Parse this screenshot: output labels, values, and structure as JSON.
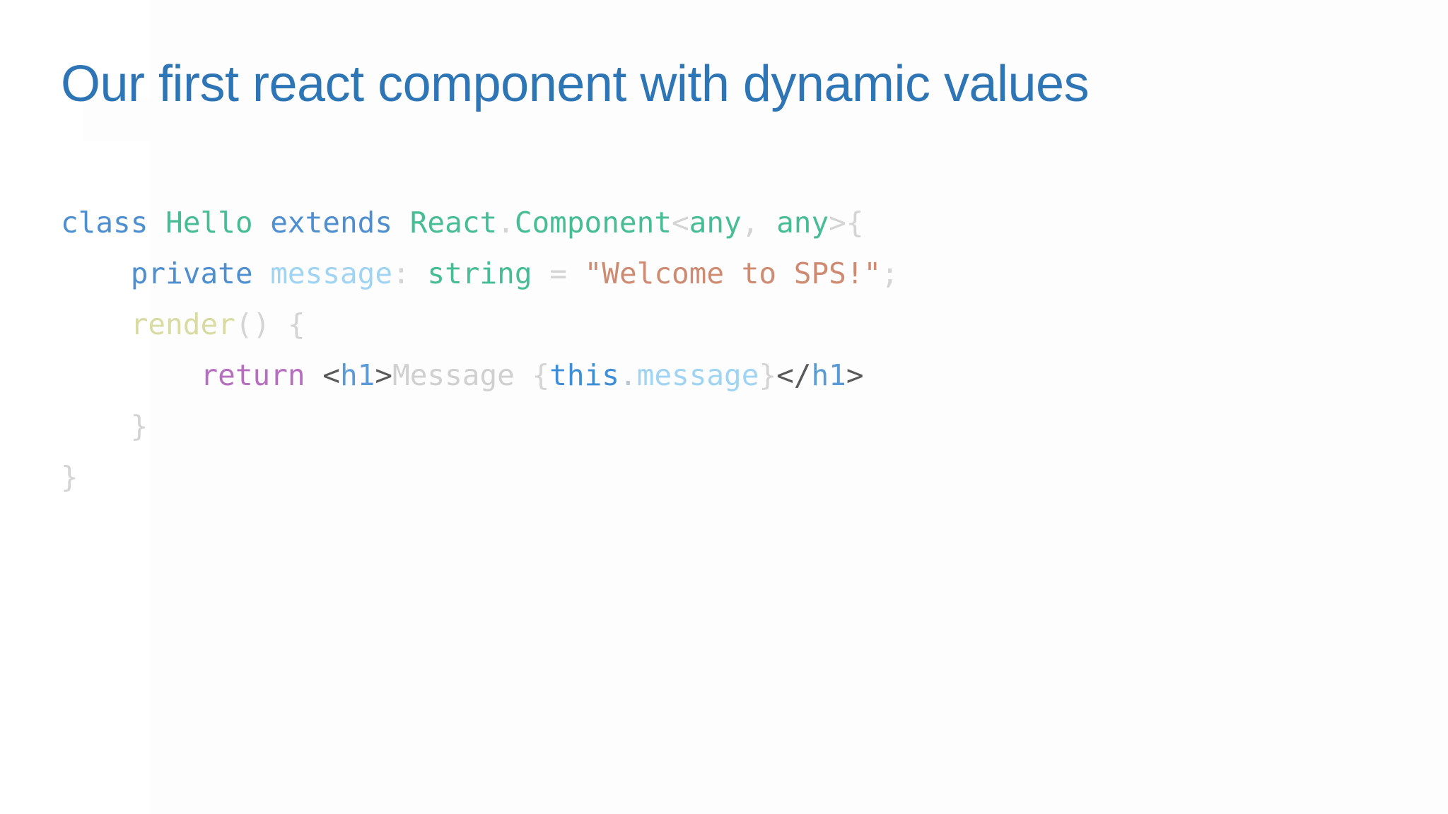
{
  "slide": {
    "title": "Our first react component with dynamic values",
    "title_color": "#2E75B6",
    "background_color": "#FFFFFF"
  },
  "code": {
    "language": "tsx",
    "lines": [
      {
        "indent": 0,
        "tokens": [
          {
            "t": "class",
            "k": "keyword"
          },
          {
            "t": " ",
            "k": "plain"
          },
          {
            "t": "Hello",
            "k": "type"
          },
          {
            "t": " ",
            "k": "plain"
          },
          {
            "t": "extends",
            "k": "keyword"
          },
          {
            "t": " ",
            "k": "plain"
          },
          {
            "t": "React",
            "k": "type"
          },
          {
            "t": ".",
            "k": "punct"
          },
          {
            "t": "Component",
            "k": "type"
          },
          {
            "t": "<",
            "k": "punct"
          },
          {
            "t": "any",
            "k": "type"
          },
          {
            "t": ",",
            "k": "punct"
          },
          {
            "t": " ",
            "k": "plain"
          },
          {
            "t": "any",
            "k": "type"
          },
          {
            "t": ">",
            "k": "punct"
          },
          {
            "t": "{",
            "k": "punct"
          }
        ]
      },
      {
        "indent": 4,
        "tokens": [
          {
            "t": "private",
            "k": "keyword"
          },
          {
            "t": " ",
            "k": "plain"
          },
          {
            "t": "message",
            "k": "prop"
          },
          {
            "t": ":",
            "k": "punct"
          },
          {
            "t": " ",
            "k": "plain"
          },
          {
            "t": "string",
            "k": "type"
          },
          {
            "t": " ",
            "k": "plain"
          },
          {
            "t": "=",
            "k": "punct"
          },
          {
            "t": " ",
            "k": "plain"
          },
          {
            "t": "\"Welcome to SPS!\"",
            "k": "string"
          },
          {
            "t": ";",
            "k": "punct"
          }
        ]
      },
      {
        "indent": 4,
        "tokens": [
          {
            "t": "render",
            "k": "func"
          },
          {
            "t": "()",
            "k": "punct"
          },
          {
            "t": " ",
            "k": "plain"
          },
          {
            "t": "{",
            "k": "punct"
          }
        ]
      },
      {
        "indent": 8,
        "tokens": [
          {
            "t": "return",
            "k": "return"
          },
          {
            "t": " ",
            "k": "plain"
          },
          {
            "t": "<",
            "k": "bracket"
          },
          {
            "t": "h1",
            "k": "tag"
          },
          {
            "t": ">",
            "k": "bracket"
          },
          {
            "t": "Message",
            "k": "text"
          },
          {
            "t": " ",
            "k": "plain"
          },
          {
            "t": "{",
            "k": "punct"
          },
          {
            "t": "this",
            "k": "this"
          },
          {
            "t": ".",
            "k": "dot"
          },
          {
            "t": "message",
            "k": "prop"
          },
          {
            "t": "}",
            "k": "punct"
          },
          {
            "t": "</",
            "k": "bracket"
          },
          {
            "t": "h1",
            "k": "tag"
          },
          {
            "t": ">",
            "k": "bracket"
          }
        ]
      },
      {
        "indent": 4,
        "tokens": [
          {
            "t": "}",
            "k": "punct"
          }
        ]
      },
      {
        "indent": 0,
        "tokens": [
          {
            "t": "}",
            "k": "punct"
          }
        ]
      }
    ],
    "plain_text": "class Hello extends React.Component<any, any>{\n    private message: string = \"Welcome to SPS!\";\n    render() {\n        return <h1>Message {this.message}</h1>\n    }\n}",
    "token_colors": {
      "keyword": "#4E8FD0",
      "type": "#47BD95",
      "punct": "#D4D4D4",
      "prop": "#9FD4F2",
      "string": "#CE8B72",
      "func": "#D8DCA2",
      "return": "#B66FBE",
      "tag": "#5B9BD5",
      "bracket": "#595959",
      "text": "#D0D0D0",
      "this": "#3E8FD8",
      "dot": "#B9C7D4"
    }
  }
}
